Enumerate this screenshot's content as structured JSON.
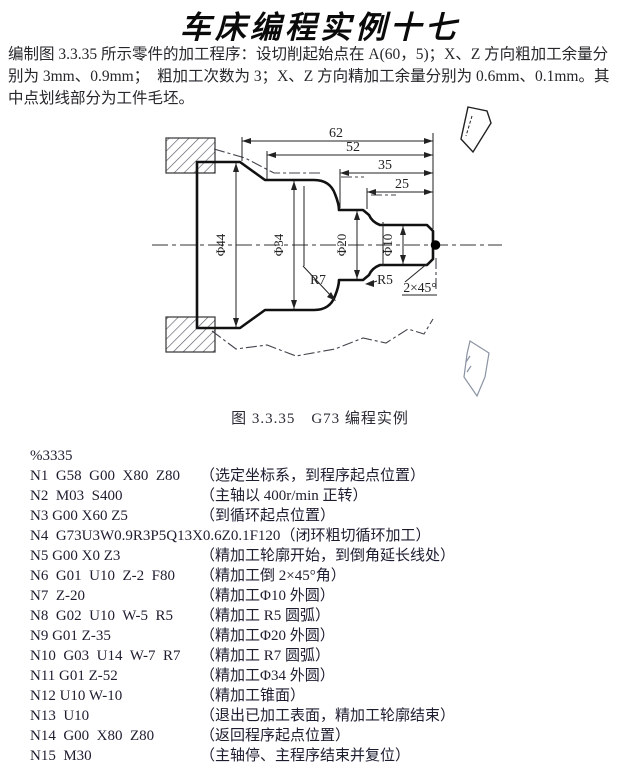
{
  "page": {
    "title": "车床编程实例十七"
  },
  "intro": {
    "lines": [
      "编制图 3.3.35 所示零件的加工程序：设切削起始点在 A(60，5)；X、Z 方向粗加工余量分",
      "别为 3mm、0.9mm；  粗加工次数为 3；X、Z 方向精加工余量分别为 0.6mm、0.1mm。其",
      "中点划线部分为工件毛坯。"
    ]
  },
  "figure": {
    "caption": "图 3.3.35　G73 编程实例",
    "dims": {
      "len62": "62",
      "len52": "52",
      "len35": "35",
      "len25": "25",
      "d44": "Φ44",
      "d34": "Φ34",
      "d20": "Φ20",
      "d10": "Φ10",
      "r7": "R7",
      "r5": "R5",
      "chamfer": "2×45°"
    }
  },
  "program": {
    "number": "%3335",
    "lines": [
      {
        "code": "N1  G58  G00  X80  Z80",
        "comment": "（选定坐标系，到程序起点位置）"
      },
      {
        "code": "N2  M03  S400",
        "comment": "（主轴以 400r/min 正转）"
      },
      {
        "code": "N3 G00 X60 Z5",
        "comment": "（到循环起点位置）"
      },
      {
        "code": "N4  G73U3W0.9R3P5Q13X0.6Z0.1F120",
        "comment": "（闭环粗切循环加工）"
      },
      {
        "code": "N5 G00 X0 Z3",
        "comment": "（精加工轮廓开始，到倒角延长线处）"
      },
      {
        "code": "N6  G01  U10  Z-2  F80",
        "comment": "（精加工倒 2×45°角）"
      },
      {
        "code": "N7  Z-20",
        "comment": "（精加工Φ10 外圆）"
      },
      {
        "code": "N8  G02  U10  W-5  R5",
        "comment": "（精加工 R5 圆弧）"
      },
      {
        "code": "N9 G01 Z-35",
        "comment": "（精加工Φ20 外圆）"
      },
      {
        "code": "N10  G03  U14  W-7  R7",
        "comment": "（精加工 R7 圆弧）"
      },
      {
        "code": "N11 G01 Z-52",
        "comment": "（精加工Φ34 外圆）"
      },
      {
        "code": "N12 U10 W-10",
        "comment": "（精加工锥面）"
      },
      {
        "code": "N13  U10",
        "comment": "（退出已加工表面，精加工轮廓结束）"
      },
      {
        "code": "N14  G00  X80  Z80",
        "comment": "（返回程序起点位置）"
      },
      {
        "code": "N15  M30",
        "comment": "（主轴停、主程序结束并复位）"
      }
    ]
  }
}
